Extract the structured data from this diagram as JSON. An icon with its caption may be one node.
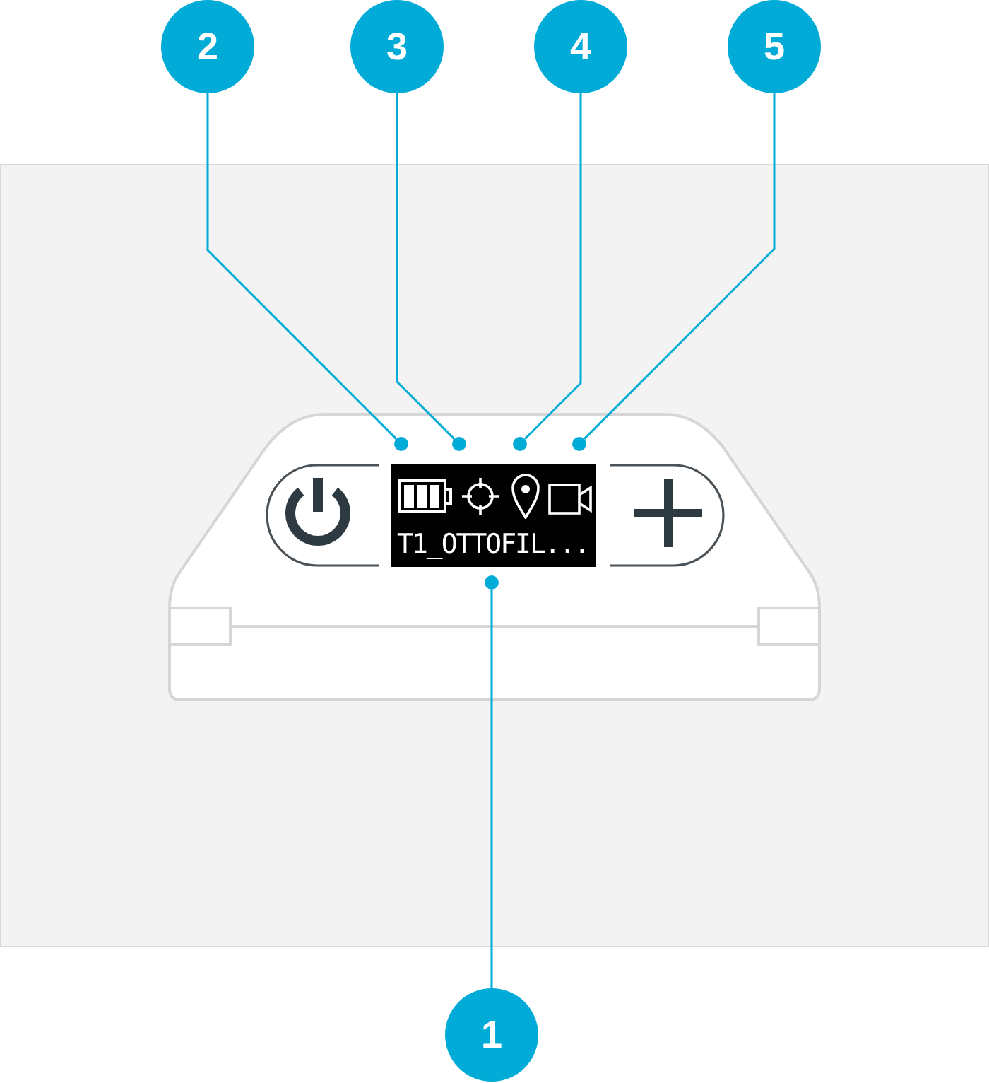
{
  "diagram": {
    "nodes": [
      {
        "text": [
          "2"
        ]
      },
      {
        "text": [
          "3"
        ]
      },
      {
        "text": [
          "4"
        ]
      },
      {
        "text": [
          "5"
        ]
      },
      {
        "text": [],
        "shape": "circle"
      },
      {
        "text": [],
        "shape": "circle"
      },
      {
        "text": [],
        "shape": "circle"
      },
      {
        "text": [],
        "shape": "circle"
      },
      {
        "text": [
          "T1_OTTOFIL..."
        ]
      },
      {
        "text": [],
        "shape": "circle"
      },
      {
        "text": [
          "1"
        ]
      }
    ],
    "edges": [
      {
        "from": 0,
        "to": 4,
        "arrow": "none"
      },
      {
        "from": 1,
        "to": 5,
        "arrow": "none"
      },
      {
        "from": 2,
        "to": 6,
        "arrow": "none"
      },
      {
        "from": 3,
        "to": 7,
        "arrow": "none"
      },
      {
        "from": 10,
        "to": 9,
        "arrow": "none"
      }
    ]
  }
}
